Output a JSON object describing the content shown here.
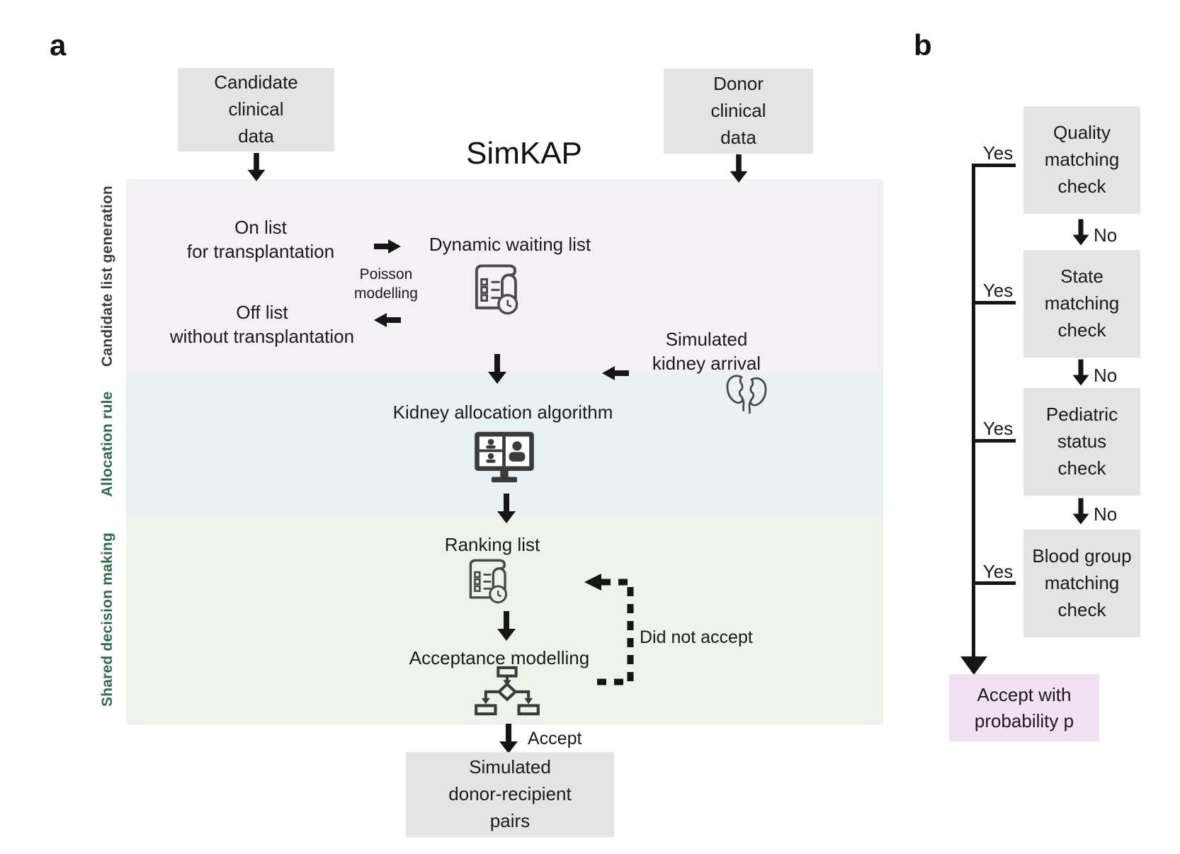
{
  "colors": {
    "band_candidate_list": "#f5eff6",
    "band_allocation_rule": "#e9f1f5",
    "band_shared_decision": "#edf4e9",
    "box_gray": "#e5e4e4",
    "accept_box_purple": "#f1e1f3",
    "band_label_green": "#2e6b4f",
    "band_label_dark": "#3e3e3e",
    "arrow_black": "#151515"
  },
  "panel_a": {
    "label": "a",
    "title": "SimKAP",
    "candidate_box": "Candidate\nclinical\ndata",
    "donor_box": "Donor\nclinical\ndata",
    "bands": [
      {
        "label": "Candidate list generation"
      },
      {
        "label": "Allocation rule"
      },
      {
        "label": "Shared decision making"
      }
    ],
    "on_list": "On list\nfor transplantation",
    "off_list": "Off list\nwithout transplantation",
    "poisson": "Poisson\nmodelling",
    "dynamic_waiting_list": "Dynamic waiting list",
    "simulated_kidney_arrival": "Simulated\nkidney arrival",
    "kidney_allocation_algorithm": "Kidney allocation algorithm",
    "ranking_list": "Ranking list",
    "acceptance_modelling": "Acceptance modelling",
    "did_not_accept": "Did not accept",
    "accept": "Accept",
    "output_box": "Simulated\ndonor-recipient\npairs"
  },
  "panel_b": {
    "label": "b",
    "checks": [
      {
        "text": "Quality\nmatching\ncheck",
        "yes": "Yes",
        "no": "No"
      },
      {
        "text": "State\nmatching\ncheck",
        "yes": "Yes",
        "no": "No"
      },
      {
        "text": "Pediatric\nstatus\ncheck",
        "yes": "Yes",
        "no": "No"
      },
      {
        "text": "Blood group\nmatching\ncheck",
        "yes": "Yes"
      }
    ],
    "accept_box": "Accept with\nprobability p"
  }
}
